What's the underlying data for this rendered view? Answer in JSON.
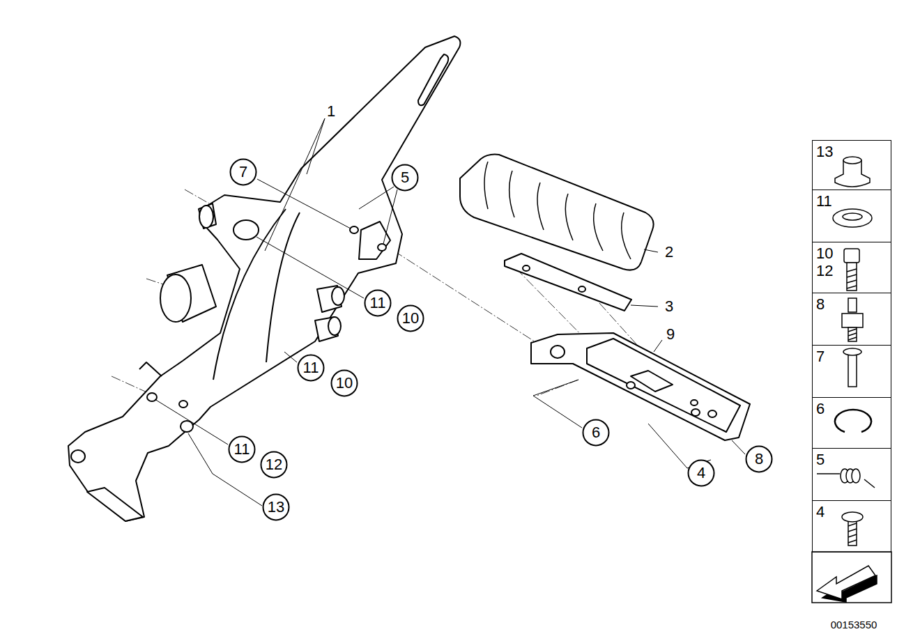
{
  "diagram": {
    "nodes": [
      {
        "text": [
          "7"
        ]
      },
      {
        "text": [
          "5"
        ]
      },
      {
        "text": [
          "11"
        ]
      },
      {
        "text": [
          "10"
        ]
      },
      {
        "text": [
          "11"
        ]
      },
      {
        "text": [
          "10"
        ]
      },
      {
        "text": [
          "11"
        ]
      },
      {
        "text": [
          "12"
        ]
      },
      {
        "text": [
          "13"
        ]
      },
      {
        "text": [
          "6"
        ]
      },
      {
        "text": [
          "4"
        ]
      },
      {
        "text": [
          "8"
        ]
      },
      {
        "text": [
          "13"
        ]
      },
      {
        "text": [
          "11"
        ]
      },
      {
        "text": [
          "10",
          "12"
        ]
      },
      {
        "text": [
          "8"
        ]
      },
      {
        "text": [
          "7"
        ]
      },
      {
        "text": [
          "6"
        ]
      },
      {
        "text": [
          "5"
        ]
      },
      {
        "text": [
          "4"
        ]
      }
    ],
    "labels": [
      "1",
      "2",
      "3",
      "9",
      "00153550"
    ]
  }
}
